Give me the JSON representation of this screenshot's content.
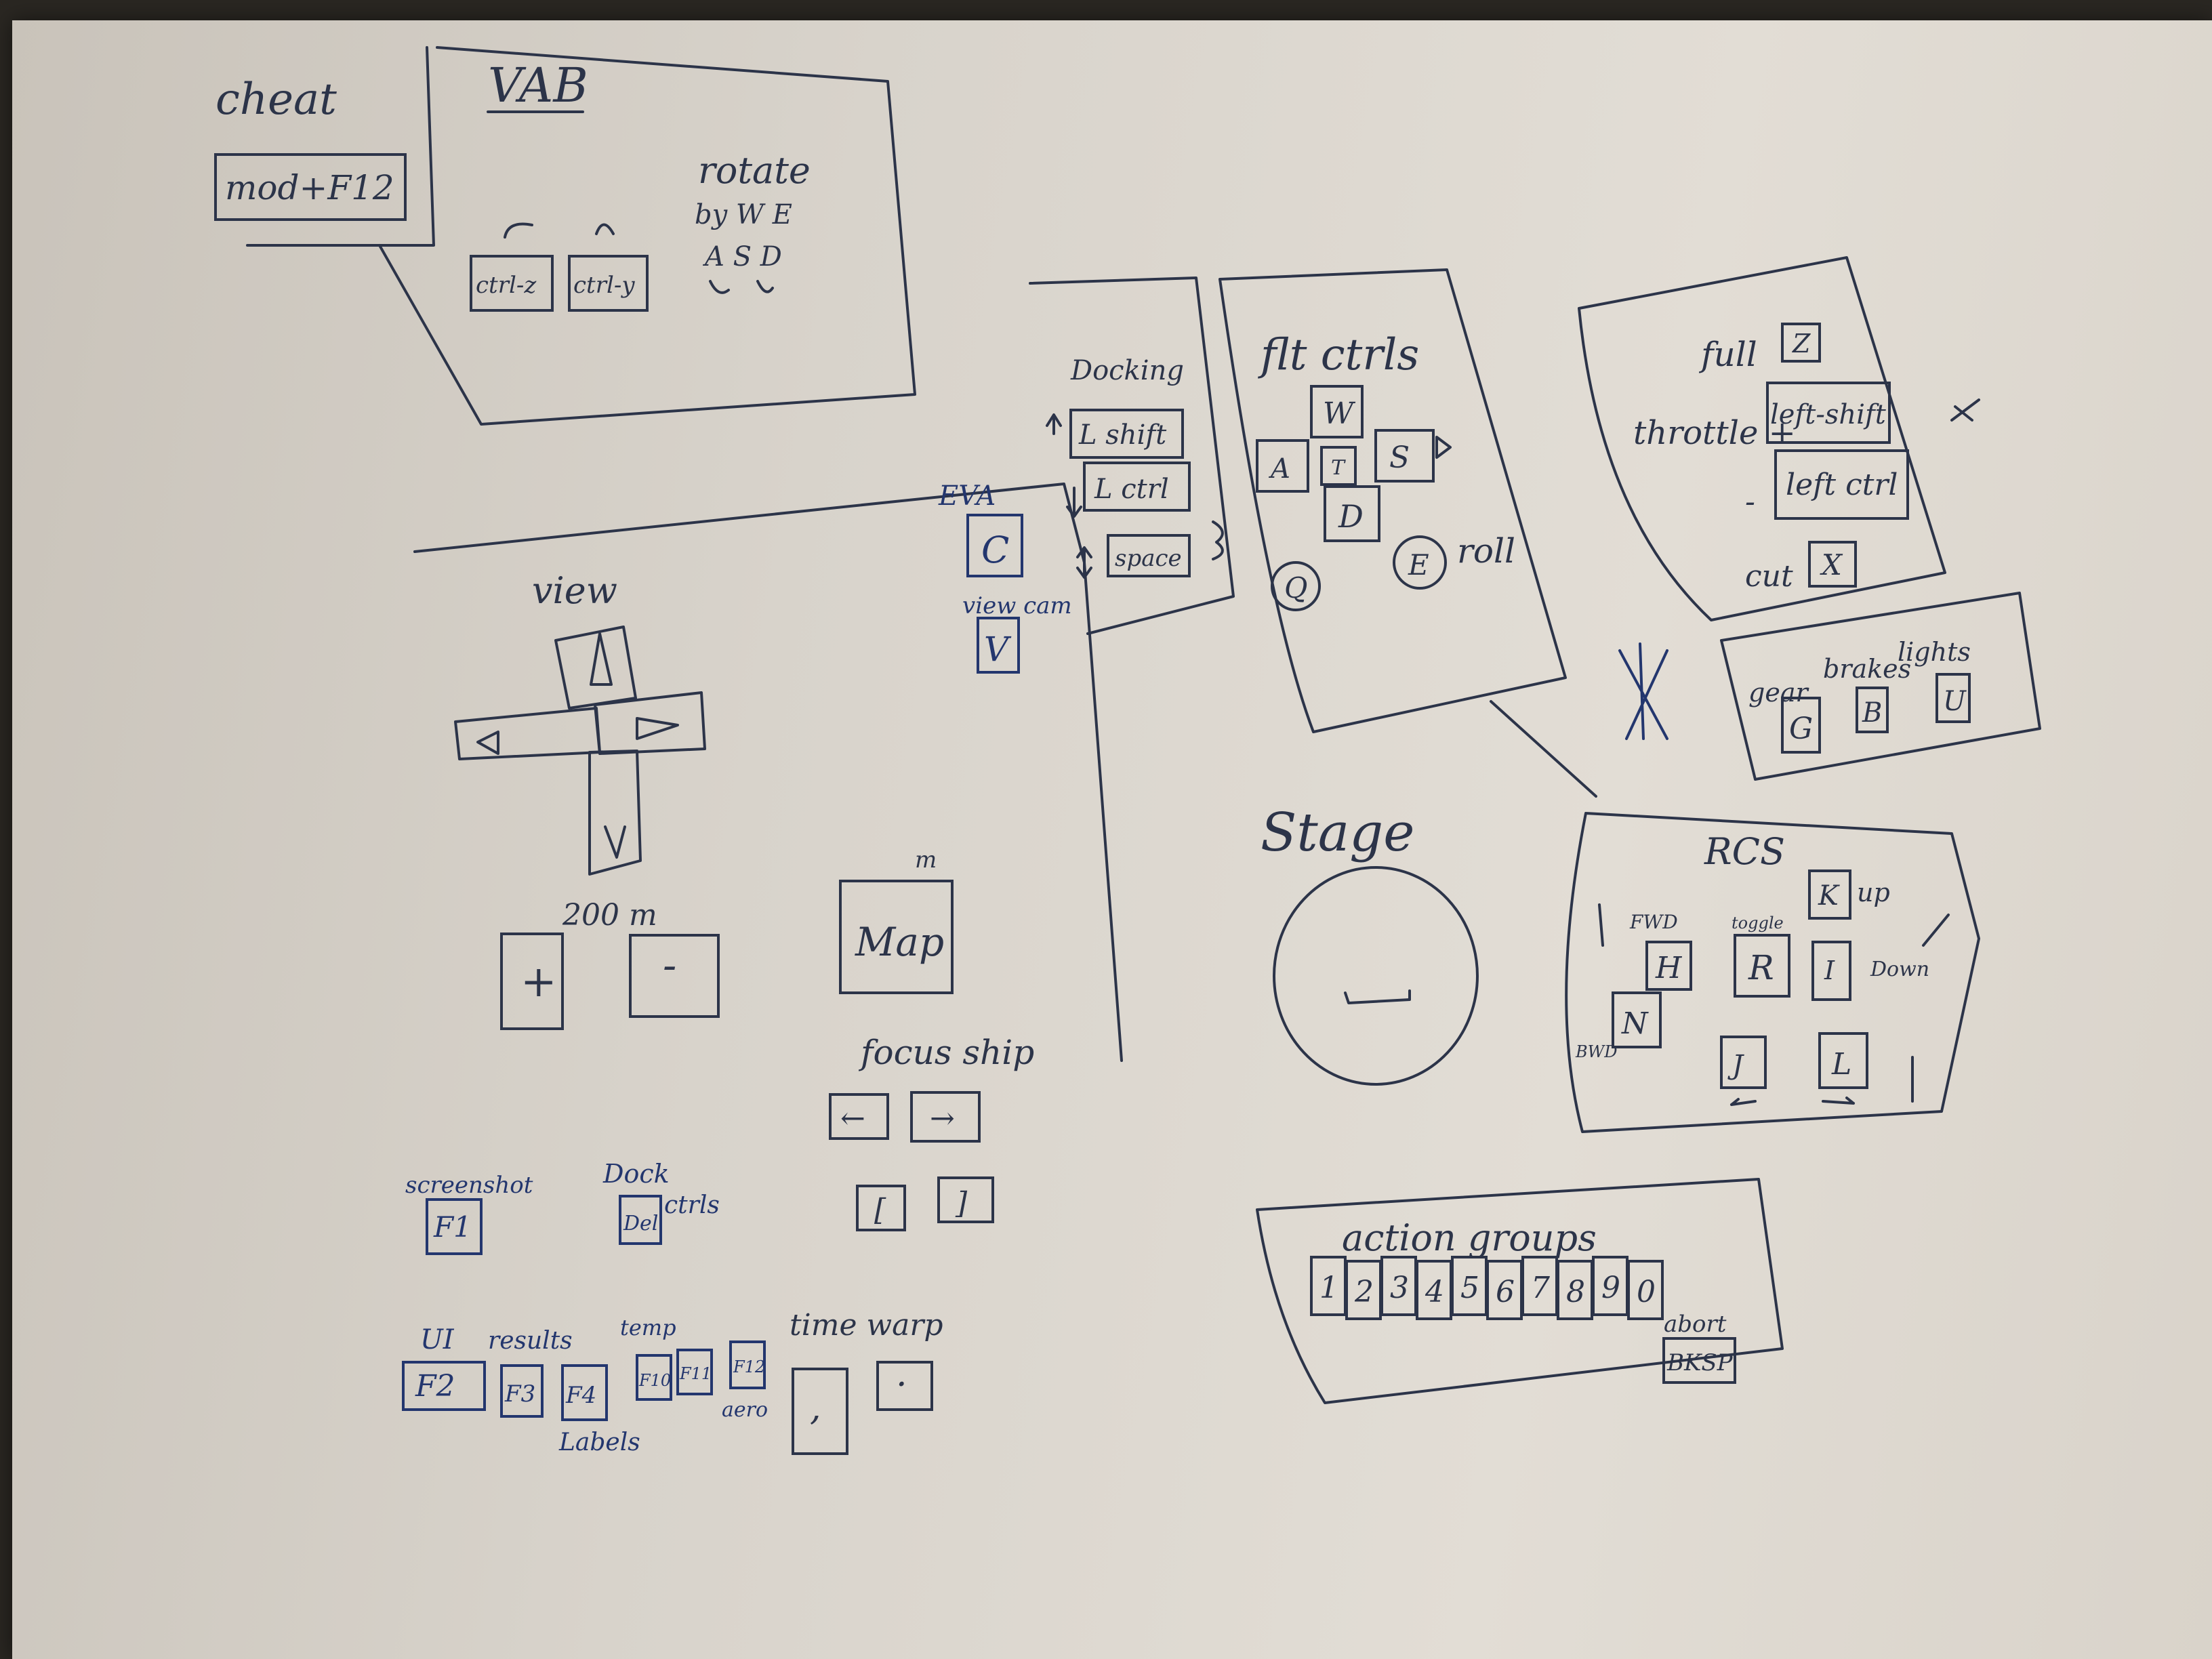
{
  "cheat": {
    "title": "cheat",
    "key": "mod+F12"
  },
  "vab": {
    "title": "VAB",
    "undo_key": "ctrl-z",
    "redo_key": "ctrl-y",
    "rotate_title": "rotate",
    "rotate_row1": "by W E",
    "rotate_row2": "A S D"
  },
  "docking": {
    "title": "Docking",
    "key_up": "L shift",
    "key_down": "L ctrl",
    "key_mid": "space"
  },
  "eva": {
    "label": "EVA",
    "key": "C"
  },
  "cam": {
    "label": "view cam",
    "key": "V"
  },
  "flight": {
    "title": "flt ctrls",
    "key_w": "W",
    "key_a": "A",
    "key_s": "S",
    "key_d": "D",
    "key_mid": "T",
    "key_q": "Q",
    "key_e": "E",
    "roll_label": "roll"
  },
  "throttle": {
    "full_label": "full",
    "full_key": "Z",
    "throttle_label": "throttle +",
    "plus_key": "left-shift",
    "minus_label": "-",
    "minus_key": "left ctrl",
    "cut_label": "cut",
    "cut_key": "X"
  },
  "toggles": {
    "gear_label": "gear",
    "brakes_label": "brakes",
    "lights_label": "lights",
    "gear_key": "G",
    "brakes_key": "B",
    "lights_key": "U"
  },
  "staging": {
    "title": "Stage",
    "key": "␣"
  },
  "rcs": {
    "title": "RCS",
    "fwd_label": "FWD",
    "bwd_label": "BWD",
    "toggle_label": "toggle",
    "up_label": "up",
    "down_label": "Down",
    "key_h": "H",
    "key_n": "N",
    "key_r": "R",
    "key_k": "K",
    "key_i": "I",
    "key_j": "J",
    "key_l": "L"
  },
  "view": {
    "title": "view",
    "zoom_label": "200 m",
    "zoom_in_key": "+",
    "zoom_out_key": "-",
    "map_key": "Map",
    "map_hint": "m"
  },
  "focus": {
    "title": "focus ship",
    "prev_key": "←",
    "next_key": "→",
    "alt_prev_key": "[",
    "alt_next_key": "]"
  },
  "misc": {
    "screenshot_label": "screenshot",
    "screenshot_key": "F1",
    "dock_label": "Dock",
    "dock_key": "Del",
    "dock_suffix": "ctrls",
    "ui_label": "UI",
    "ui_key": "F2",
    "results_label": "results",
    "results_key": "F3",
    "labels_label": "Labels",
    "labels_key": "F4",
    "temp_label": "temp",
    "temp_key1": "F10",
    "temp_key2": "F11",
    "aero_label": "aero",
    "aero_key": "F12",
    "timewarp_label": "time warp",
    "timewarp_key_slow": ",",
    "timewarp_key_fast": "."
  },
  "action_groups": {
    "title": "action groups",
    "keys": [
      "1",
      "2",
      "3",
      "4",
      "5",
      "6",
      "7",
      "8",
      "9",
      "0"
    ],
    "abort_label": "abort",
    "abort_key": "BKSP"
  }
}
